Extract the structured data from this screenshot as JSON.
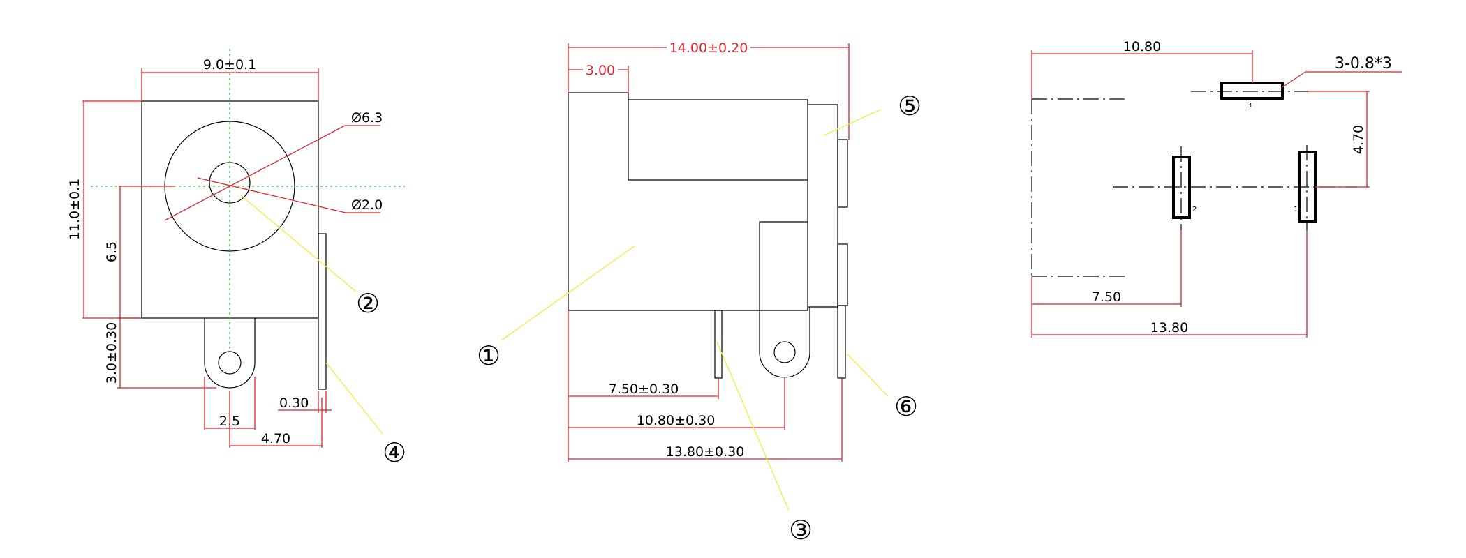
{
  "front_view": {
    "width_dim": "9.0±0.1",
    "height_dim": "11.0±0.1",
    "center_height_dim": "6.5",
    "outer_diameter": "Ø6.3",
    "pin_diameter": "Ø2.0",
    "pin_drop_dim": "3.0±0.30",
    "pin_width_dim": "2.5",
    "pin_offset_dim": "4.70",
    "tab_thickness_dim": "0.30"
  },
  "side_view": {
    "total_length_dim": "14.00±0.20",
    "front_depth_dim": "3.00",
    "pin3_dim": "7.50±0.30",
    "pin2_dim": "10.80±0.30",
    "pin1_dim": "13.80±0.30"
  },
  "pcb_layout": {
    "pin3_x_dim": "10.80",
    "slot_callout": "3-0.8*3",
    "pin_spacing_y_dim": "4.70",
    "pin2_x_dim": "7.50",
    "pin1_x_dim": "13.80",
    "pin_labels": [
      "1",
      "2",
      "3"
    ]
  },
  "callouts": [
    "①",
    "②",
    "③",
    "④",
    "⑤",
    "⑥"
  ],
  "colors": {
    "outline": "#000000",
    "dimension": "#d9262c",
    "leader": "#f2ec4a",
    "centerline": "#33c33a"
  }
}
